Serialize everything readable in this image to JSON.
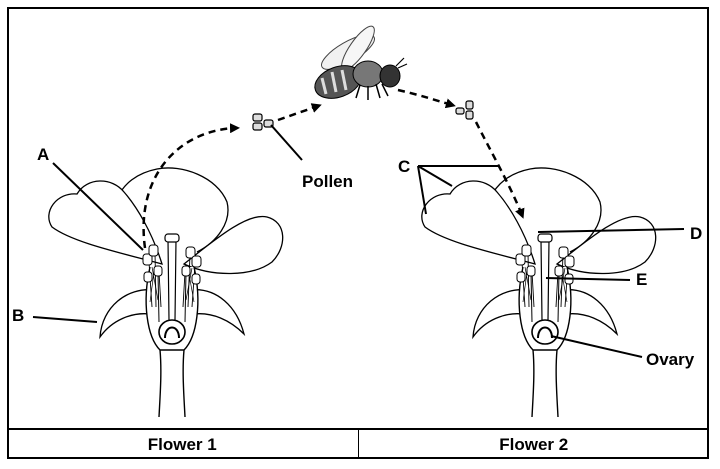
{
  "labels": {
    "a": "A",
    "b": "B",
    "c": "C",
    "d": "D",
    "e": "E",
    "pollen": "Pollen",
    "ovary": "Ovary"
  },
  "captions": {
    "flower1": "Flower 1",
    "flower2": "Flower 2"
  },
  "colors": {
    "line": "#000000",
    "background": "#ffffff"
  }
}
